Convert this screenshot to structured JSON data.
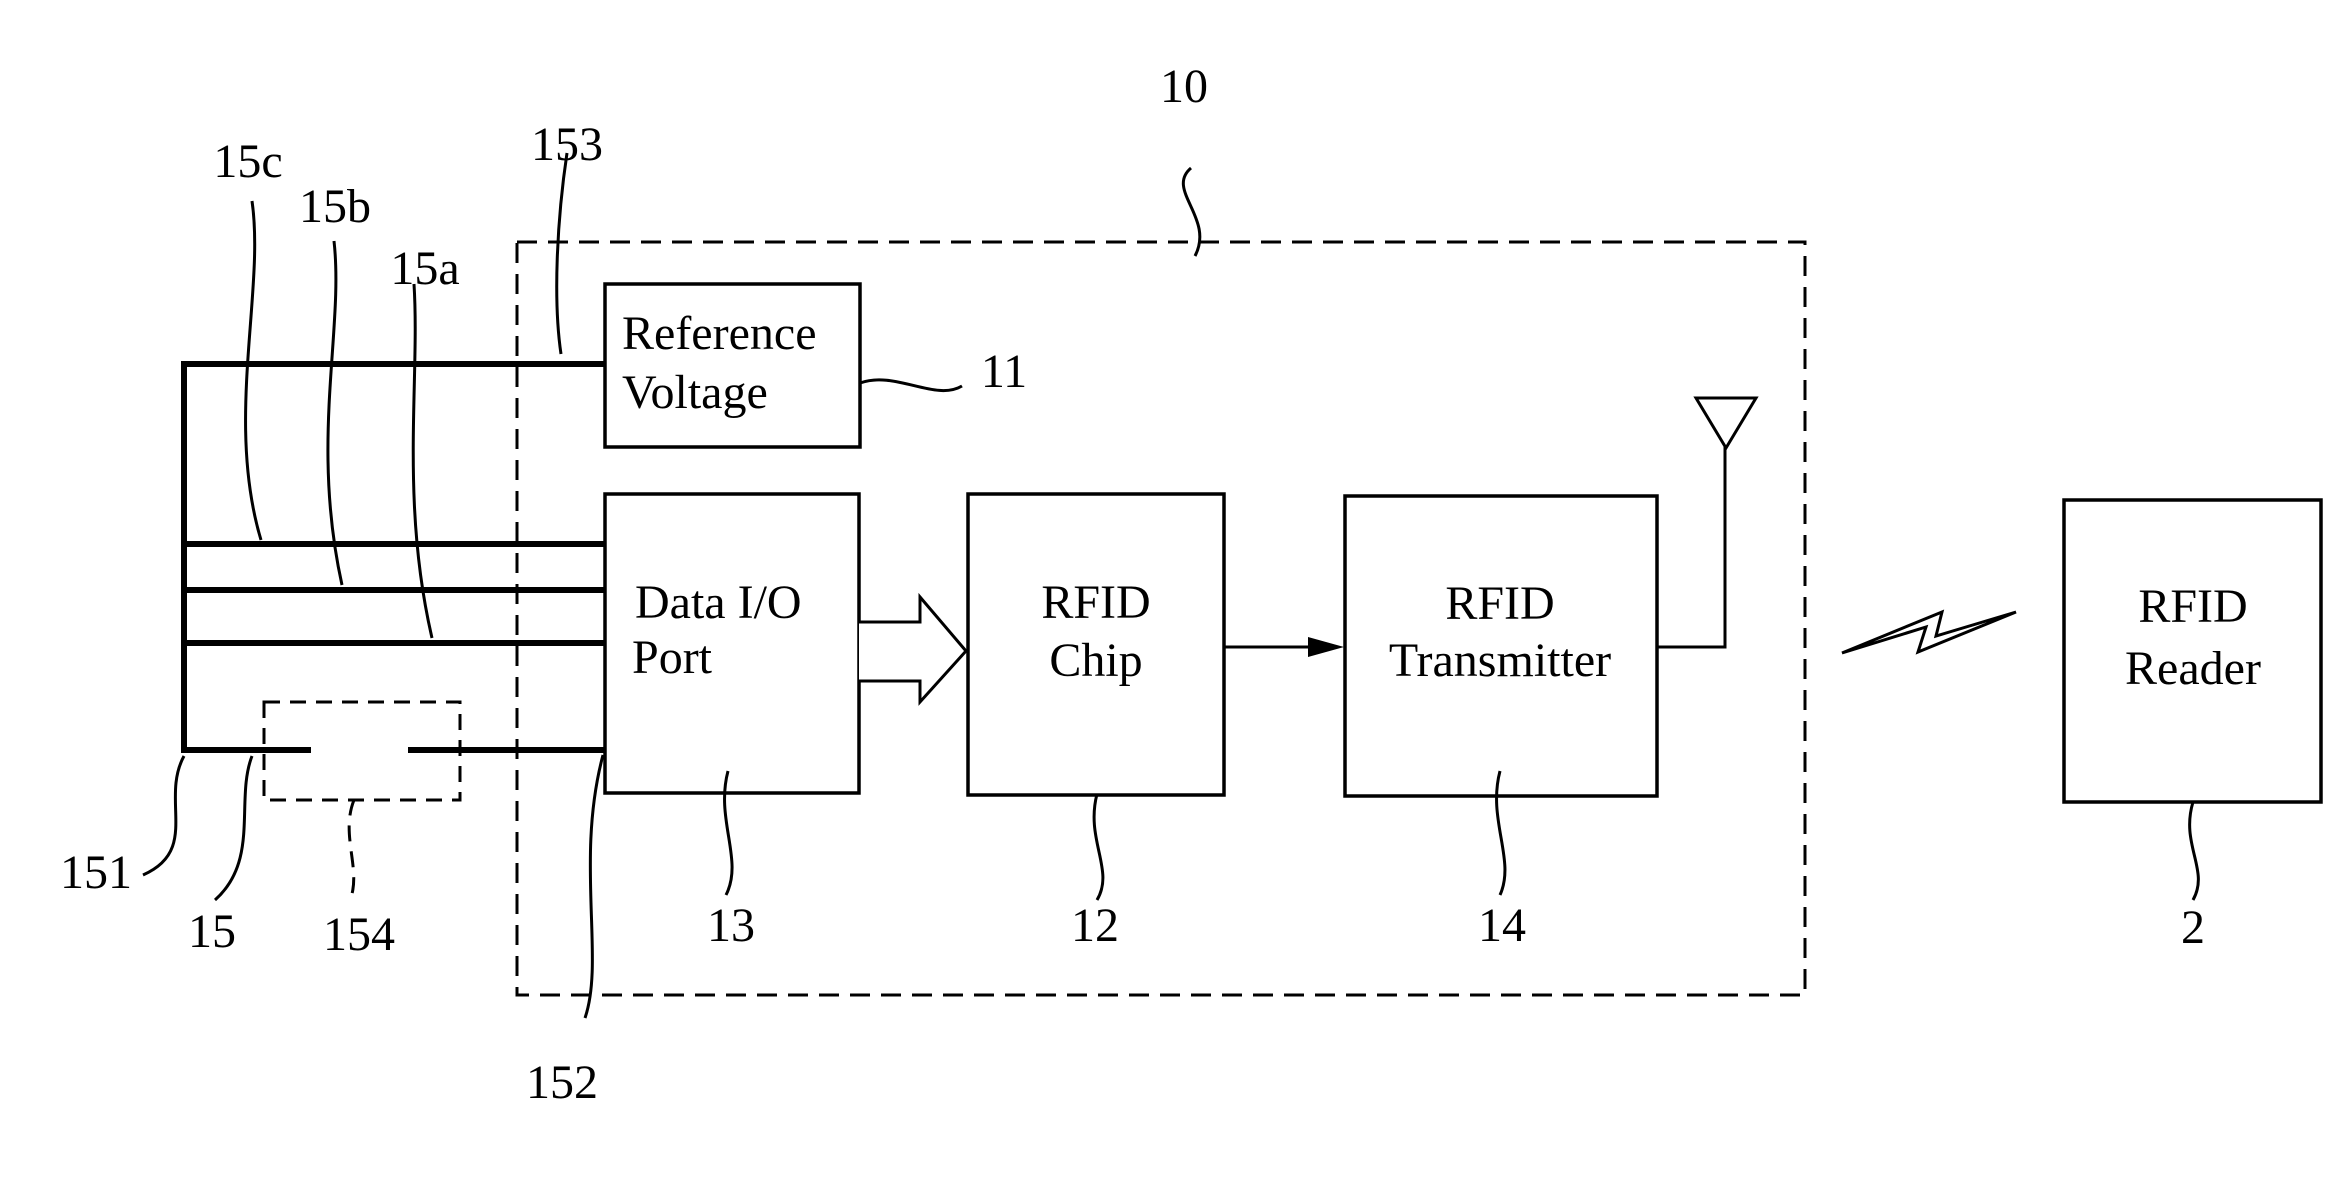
{
  "blocks": {
    "reference_voltage": {
      "line1": "Reference",
      "line2": "Voltage"
    },
    "data_io_port": {
      "line1": "Data I/O",
      "line2": "Port"
    },
    "rfid_chip": {
      "line1": "RFID",
      "line2": "Chip"
    },
    "rfid_transmitter": {
      "line1": "RFID",
      "line2": "Transmitter"
    },
    "rfid_reader": {
      "line1": "RFID",
      "line2": "Reader"
    }
  },
  "labels": {
    "device": "10",
    "reference_voltage": "11",
    "rfid_chip": "12",
    "data_io_port": "13",
    "rfid_transmitter": "14",
    "reader": "2",
    "connector": "15",
    "line_a": "15a",
    "line_b": "15b",
    "line_c": "15c",
    "terminal_151": "151",
    "terminal_152": "152",
    "terminal_153": "153",
    "switch_154": "154"
  }
}
